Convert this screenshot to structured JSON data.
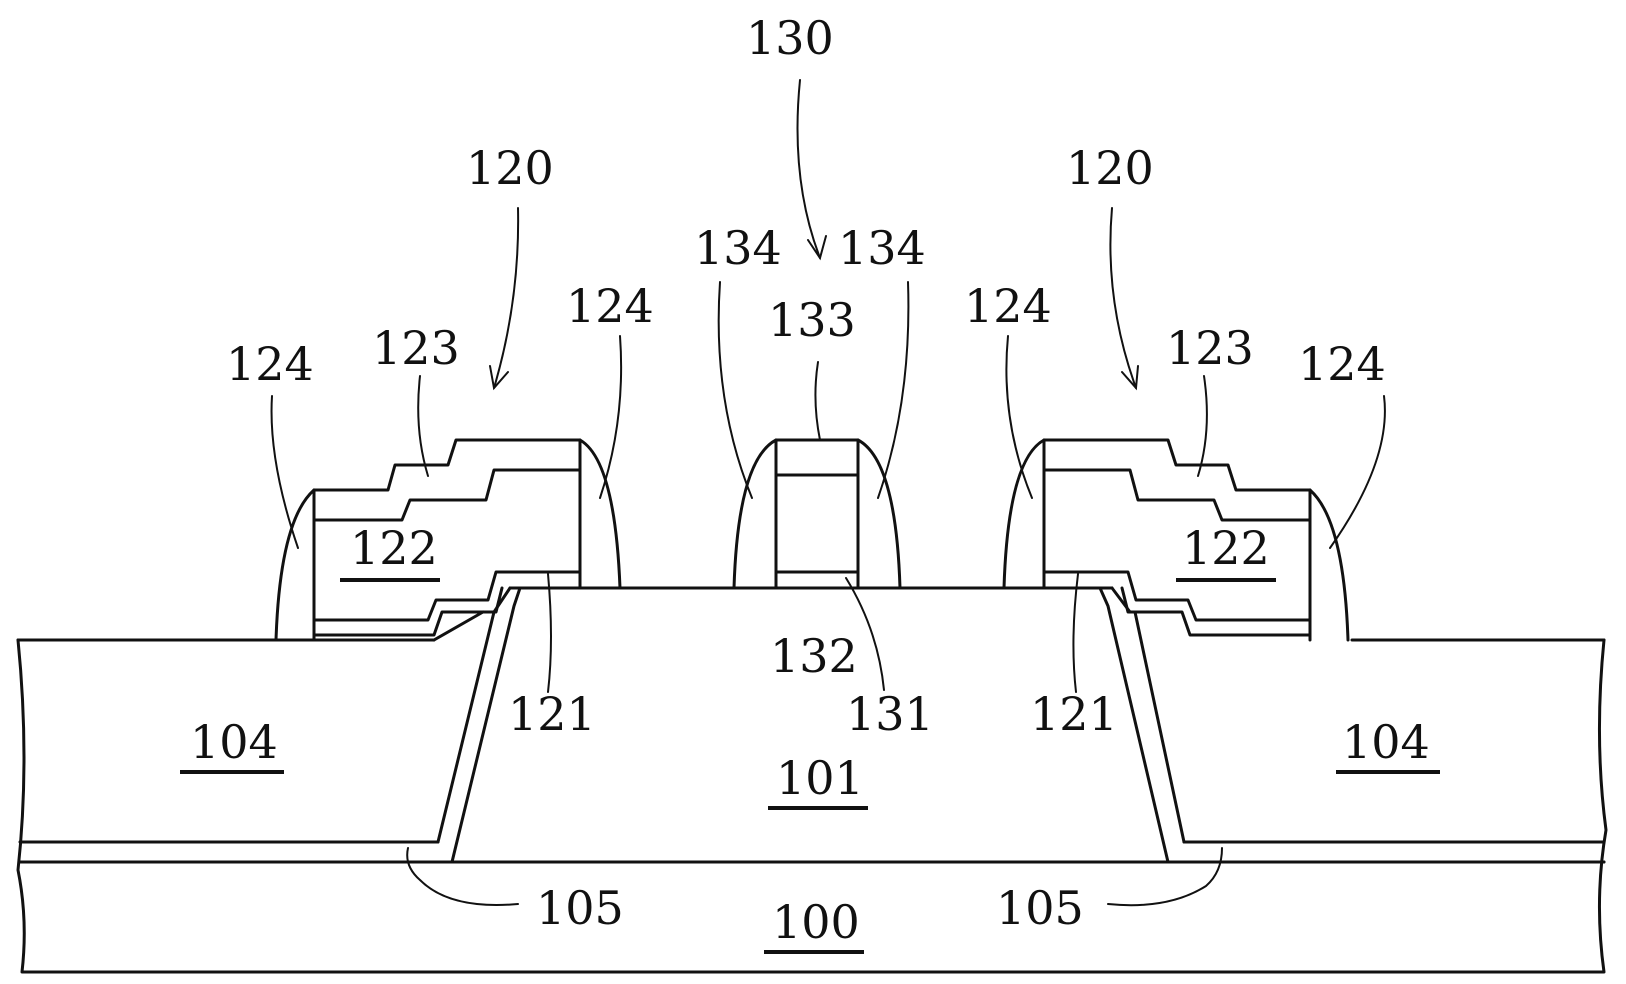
{
  "figure": {
    "labels": {
      "l100": "100",
      "l101": "101",
      "l104_left": "104",
      "l104_right": "104",
      "l105_left": "105",
      "l105_right": "105",
      "l120_left": "120",
      "l120_right": "120",
      "l121_left": "121",
      "l121_right": "121",
      "l122_left": "122",
      "l122_right": "122",
      "l123_left": "123",
      "l123_right": "123",
      "l124_left_outer": "124",
      "l124_left_inner": "124",
      "l124_right_inner": "124",
      "l124_right_outer": "124",
      "l130": "130",
      "l131": "131",
      "l132": "132",
      "l133": "133",
      "l134_left": "134",
      "l134_right": "134"
    }
  }
}
